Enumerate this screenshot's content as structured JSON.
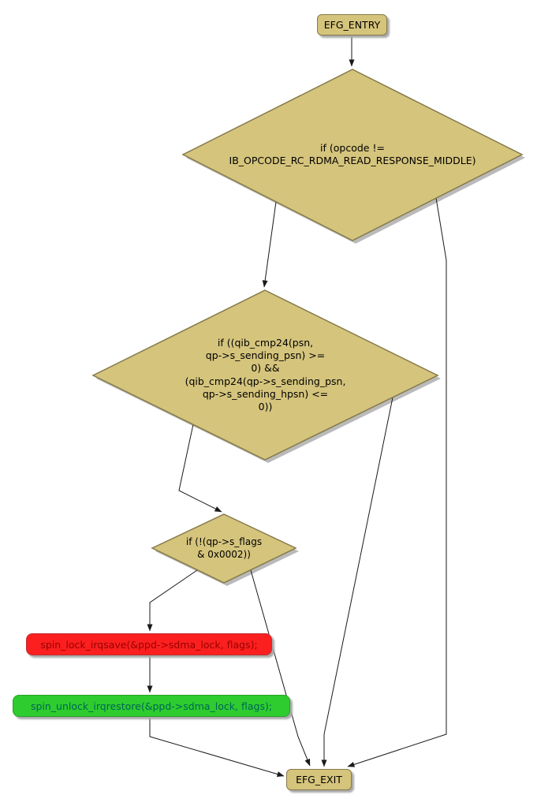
{
  "diagram": {
    "title": "control-flow-graph",
    "nodes": {
      "entry": {
        "label": "EFG_ENTRY"
      },
      "cond1": {
        "label": "if (opcode !=\nIB_OPCODE_RC_RDMA_READ_RESPONSE_MIDDLE)"
      },
      "cond2": {
        "label": "if ((qib_cmp24(psn,\nqp->s_sending_psn) >=\n0) &&\n(qib_cmp24(qp->s_sending_psn,\nqp->s_sending_hpsn) <=\n0))"
      },
      "cond3": {
        "label": "if (!(qp->s_flags\n& 0x0002))"
      },
      "lock": {
        "label": "spin_lock_irqsave(&ppd->sdma_lock, flags);"
      },
      "unlock": {
        "label": "spin_unlock_irqrestore(&ppd->sdma_lock, flags);"
      },
      "exit": {
        "label": "EFG_EXIT"
      }
    },
    "edges": [
      {
        "from": "entry",
        "to": "cond1"
      },
      {
        "from": "cond1",
        "to": "cond2"
      },
      {
        "from": "cond1",
        "to": "exit"
      },
      {
        "from": "cond2",
        "to": "cond3"
      },
      {
        "from": "cond2",
        "to": "exit"
      },
      {
        "from": "cond3",
        "to": "lock"
      },
      {
        "from": "cond3",
        "to": "exit"
      },
      {
        "from": "lock",
        "to": "unlock"
      },
      {
        "from": "unlock",
        "to": "exit"
      }
    ],
    "colors": {
      "node_fill": "#d5c47c",
      "node_border": "#857a4a",
      "red_fill": "#fb1f1f",
      "red_text": "#990000",
      "green_fill": "#2ecc2e",
      "green_text": "#006655",
      "edge": "#1a1a1a",
      "shadow": "#a9a9a9"
    }
  }
}
